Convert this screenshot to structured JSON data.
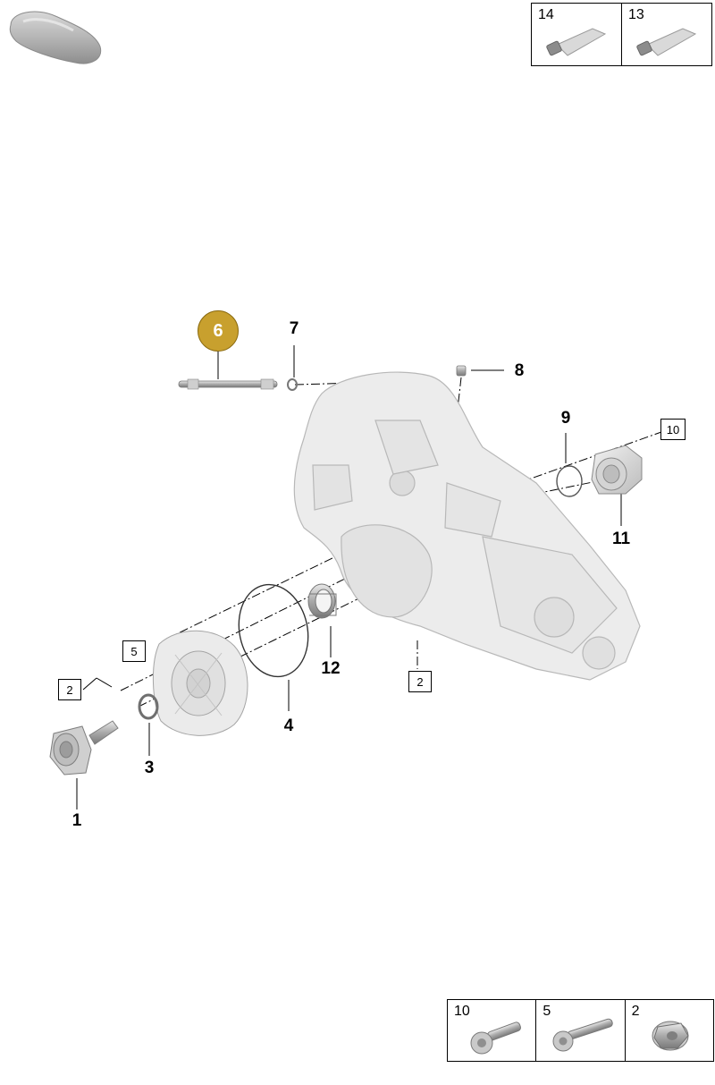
{
  "top_legend": [
    {
      "number": "14",
      "icon": "sealant-tube-icon"
    },
    {
      "number": "13",
      "icon": "sealant-tube-icon"
    }
  ],
  "bottom_legend": [
    {
      "number": "10",
      "icon": "flange-bolt-icon"
    },
    {
      "number": "5",
      "icon": "long-flange-bolt-icon"
    },
    {
      "number": "2",
      "icon": "collar-nut-icon"
    }
  ],
  "highlighted_part": {
    "number": "6",
    "color": "#c8a02e"
  },
  "callouts": [
    "7",
    "8",
    "9",
    "11",
    "12",
    "4",
    "3",
    "1"
  ],
  "box_refs": [
    "10",
    "5",
    "2",
    "2"
  ]
}
